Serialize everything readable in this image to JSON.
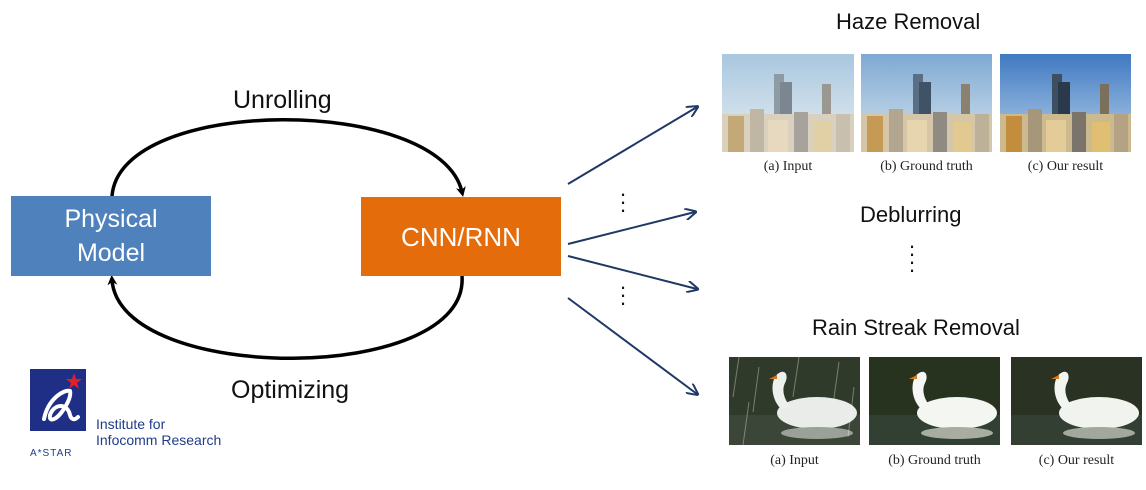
{
  "nodes": {
    "physical_model": "Physical\nModel",
    "cnn_rnn": "CNN/RNN"
  },
  "edges": {
    "unrolling": "Unrolling",
    "optimizing": "Optimizing"
  },
  "tasks": {
    "haze": {
      "title": "Haze Removal",
      "captions": [
        "(a) Input",
        "(b) Ground truth",
        "(c) Our result"
      ]
    },
    "deblur": {
      "title": "Deblurring"
    },
    "rain": {
      "title": "Rain Streak Removal",
      "captions": [
        "(a) Input",
        "(b) Ground truth",
        "(c) Our result"
      ]
    }
  },
  "logo": {
    "line1": "Institute for",
    "line2": "Infocomm Research",
    "astar": "A*STAR"
  },
  "colors": {
    "physical_box": "#4f81bd",
    "cnn_box": "#e46c0a",
    "arrow_blue": "#1f3864",
    "logo_blue": "#1f3c8c",
    "logo_red": "#e0202a"
  }
}
